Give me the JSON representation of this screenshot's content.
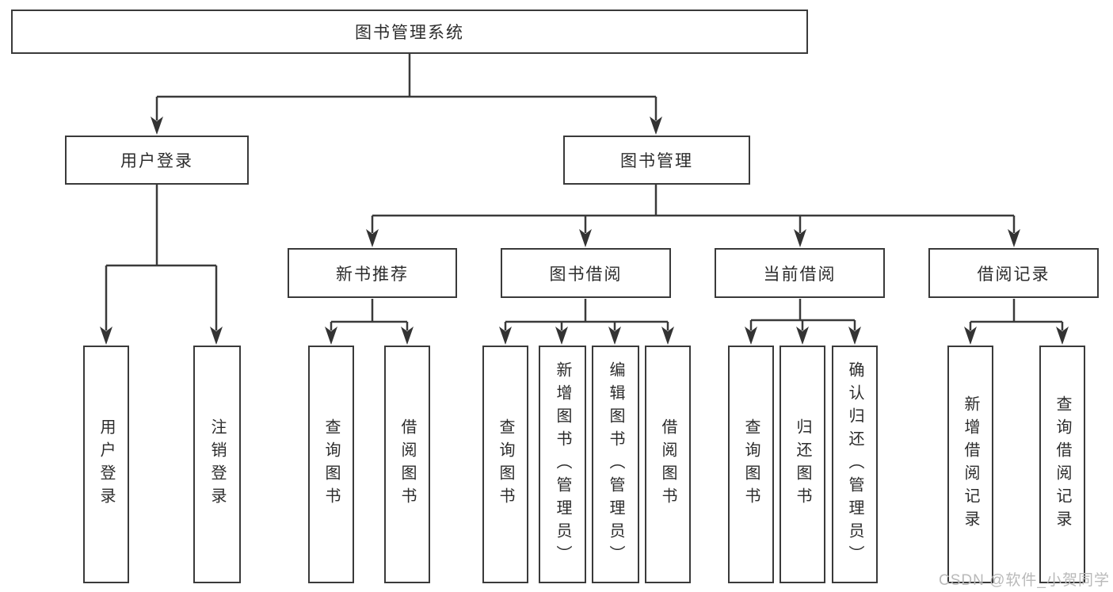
{
  "nodes": {
    "root": "图书管理系统",
    "user_login": "用户登录",
    "book_management": "图书管理",
    "new_book_recommend": "新书推荐",
    "book_borrowing": "图书借阅",
    "current_borrowing": "当前借阅",
    "borrowing_records": "借阅记录"
  },
  "leaves": {
    "user_login": [
      "用户登录",
      "注销登录"
    ],
    "new_book_recommend": [
      "查询图书",
      "借阅图书"
    ],
    "book_borrowing": [
      "查询图书",
      "新增图书（管理员）",
      "编辑图书（管理员）",
      "借阅图书"
    ],
    "current_borrowing": [
      "查询图书",
      "归还图书",
      "确认归还（管理员）"
    ],
    "borrowing_records": [
      "新增借阅记录",
      "查询借阅记录"
    ]
  },
  "watermark": "CSDN @软件_小贺同学",
  "colors": {
    "line": "#3a3a3a",
    "box_border": "#3a3a3a",
    "text": "#2c2c2c",
    "watermark": "#b9b9b9",
    "background": "#ffffff"
  }
}
